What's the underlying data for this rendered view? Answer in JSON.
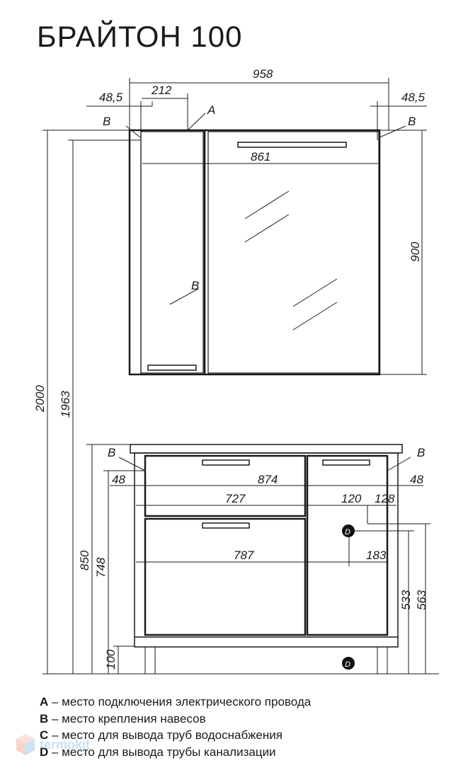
{
  "title": "БРАЙТОН 100",
  "dimensions": {
    "top_width": "958",
    "left_offset": "48,5",
    "right_offset": "48,5",
    "a_offset": "212",
    "mirror_width": "861",
    "mirror_height": "900",
    "total_height": "2000",
    "b_height": "1963",
    "vanity_height": "850",
    "vanity_body_height": "748",
    "left_48": "48",
    "right_48": "48",
    "inner_874": "874",
    "d727": "727",
    "d120": "120",
    "d128": "128",
    "d787": "787",
    "d183": "183",
    "d533": "533",
    "d563": "563",
    "d100": "100"
  },
  "markers": {
    "a": "A",
    "b": "B",
    "d": "D"
  },
  "legend": [
    {
      "letter": "A",
      "text": " – место подключения электрического провода"
    },
    {
      "letter": "B",
      "text": " – место крепления навесов"
    },
    {
      "letter": "C",
      "text": " – место для вывода труб водоснабжения"
    },
    {
      "letter": "D",
      "text": " – место для вывода трубы канализации"
    }
  ],
  "watermark": "termokit"
}
